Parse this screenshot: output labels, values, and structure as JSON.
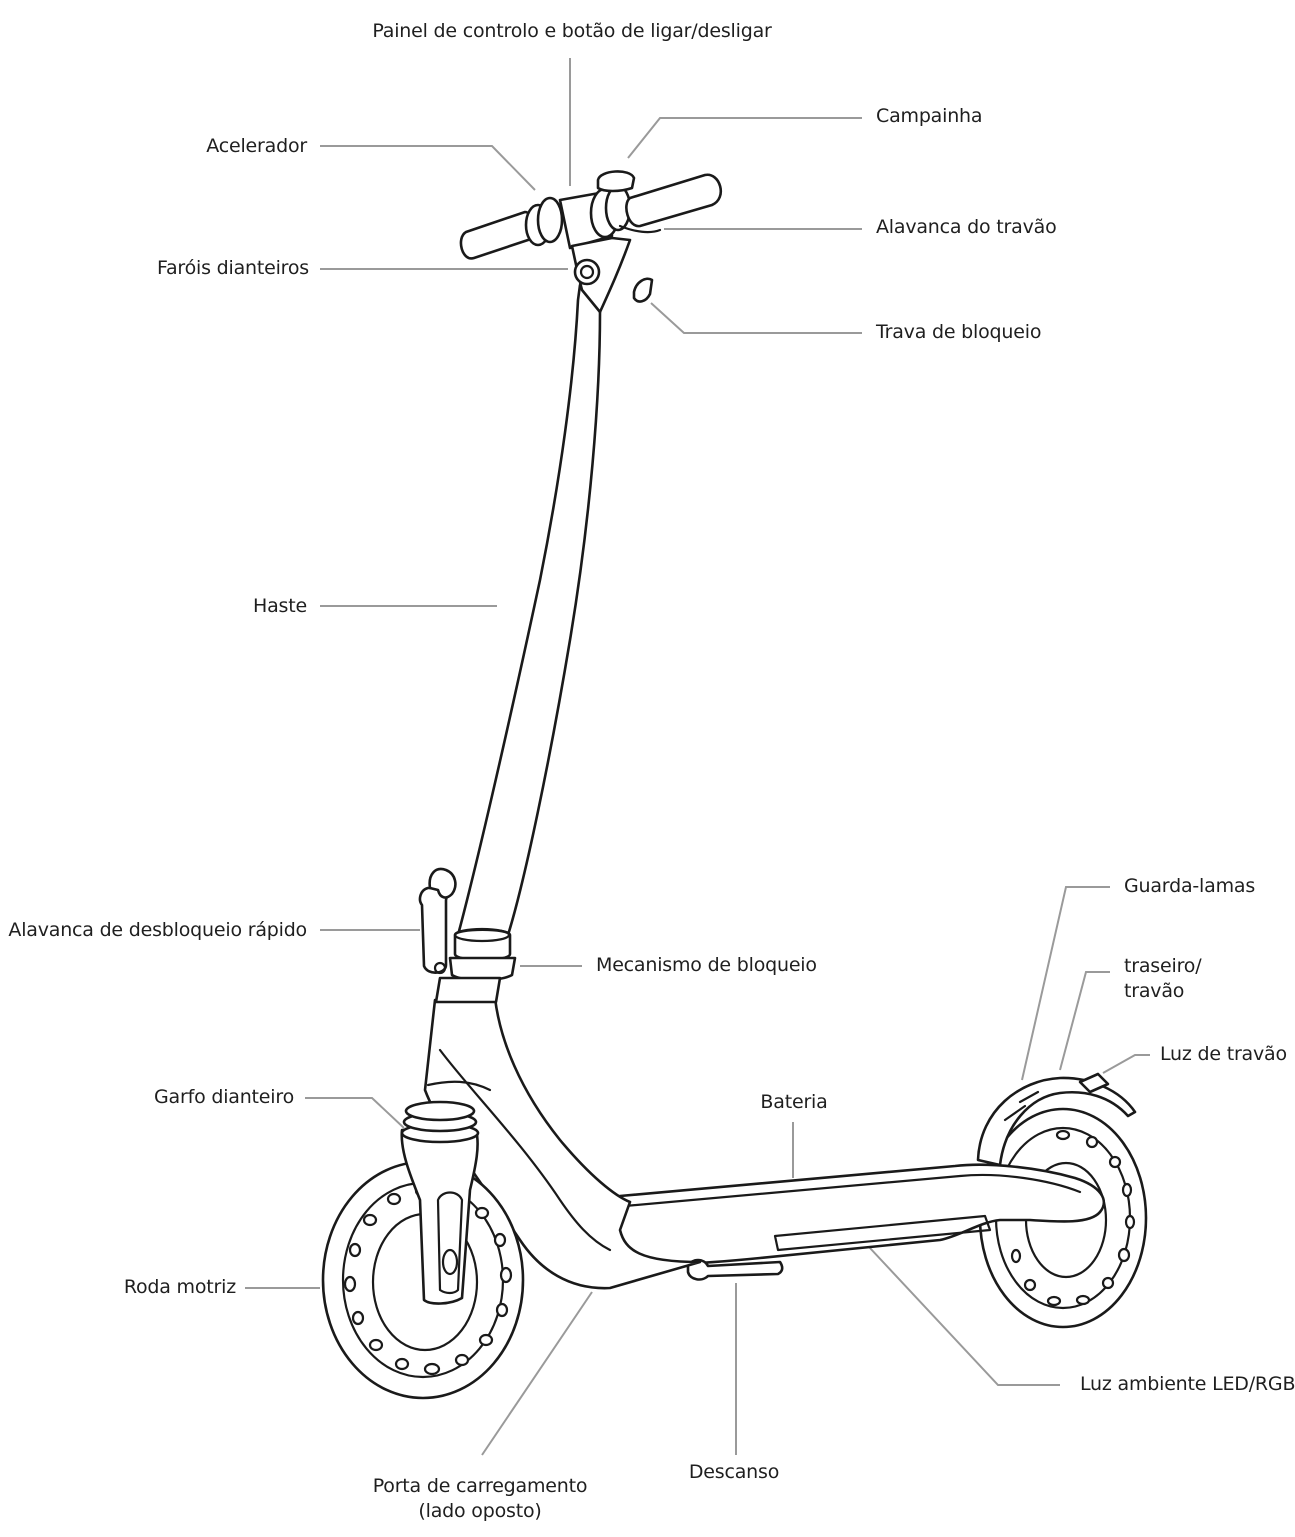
{
  "labels": {
    "painel": "Painel de controlo e botão de ligar/desligar",
    "campainha": "Campainha",
    "acelerador": "Acelerador",
    "alavanca_travao": "Alavanca do travão",
    "farois": "Faróis dianteiros",
    "trava": "Trava de bloqueio",
    "haste": "Haste",
    "guarda_lamas": "Guarda-lamas",
    "traseiro_l1": "traseiro/",
    "traseiro_l2": "travão",
    "alavanca_desbloqueio": "Alavanca de desbloqueio rápido",
    "mecanismo": "Mecanismo de bloqueio",
    "luz_travao": "Luz de travão",
    "garfo": "Garfo dianteiro",
    "bateria": "Bateria",
    "roda": "Roda motriz",
    "luz_ambiente": "Luz ambiente LED/RGB",
    "descanso": "Descanso",
    "porta_l1": "Porta de carregamento",
    "porta_l2": "(lado oposto)"
  },
  "colors": {
    "ink": "#1a1a1a",
    "leader": "#9a9a9a",
    "text": "#1f1f1f"
  }
}
